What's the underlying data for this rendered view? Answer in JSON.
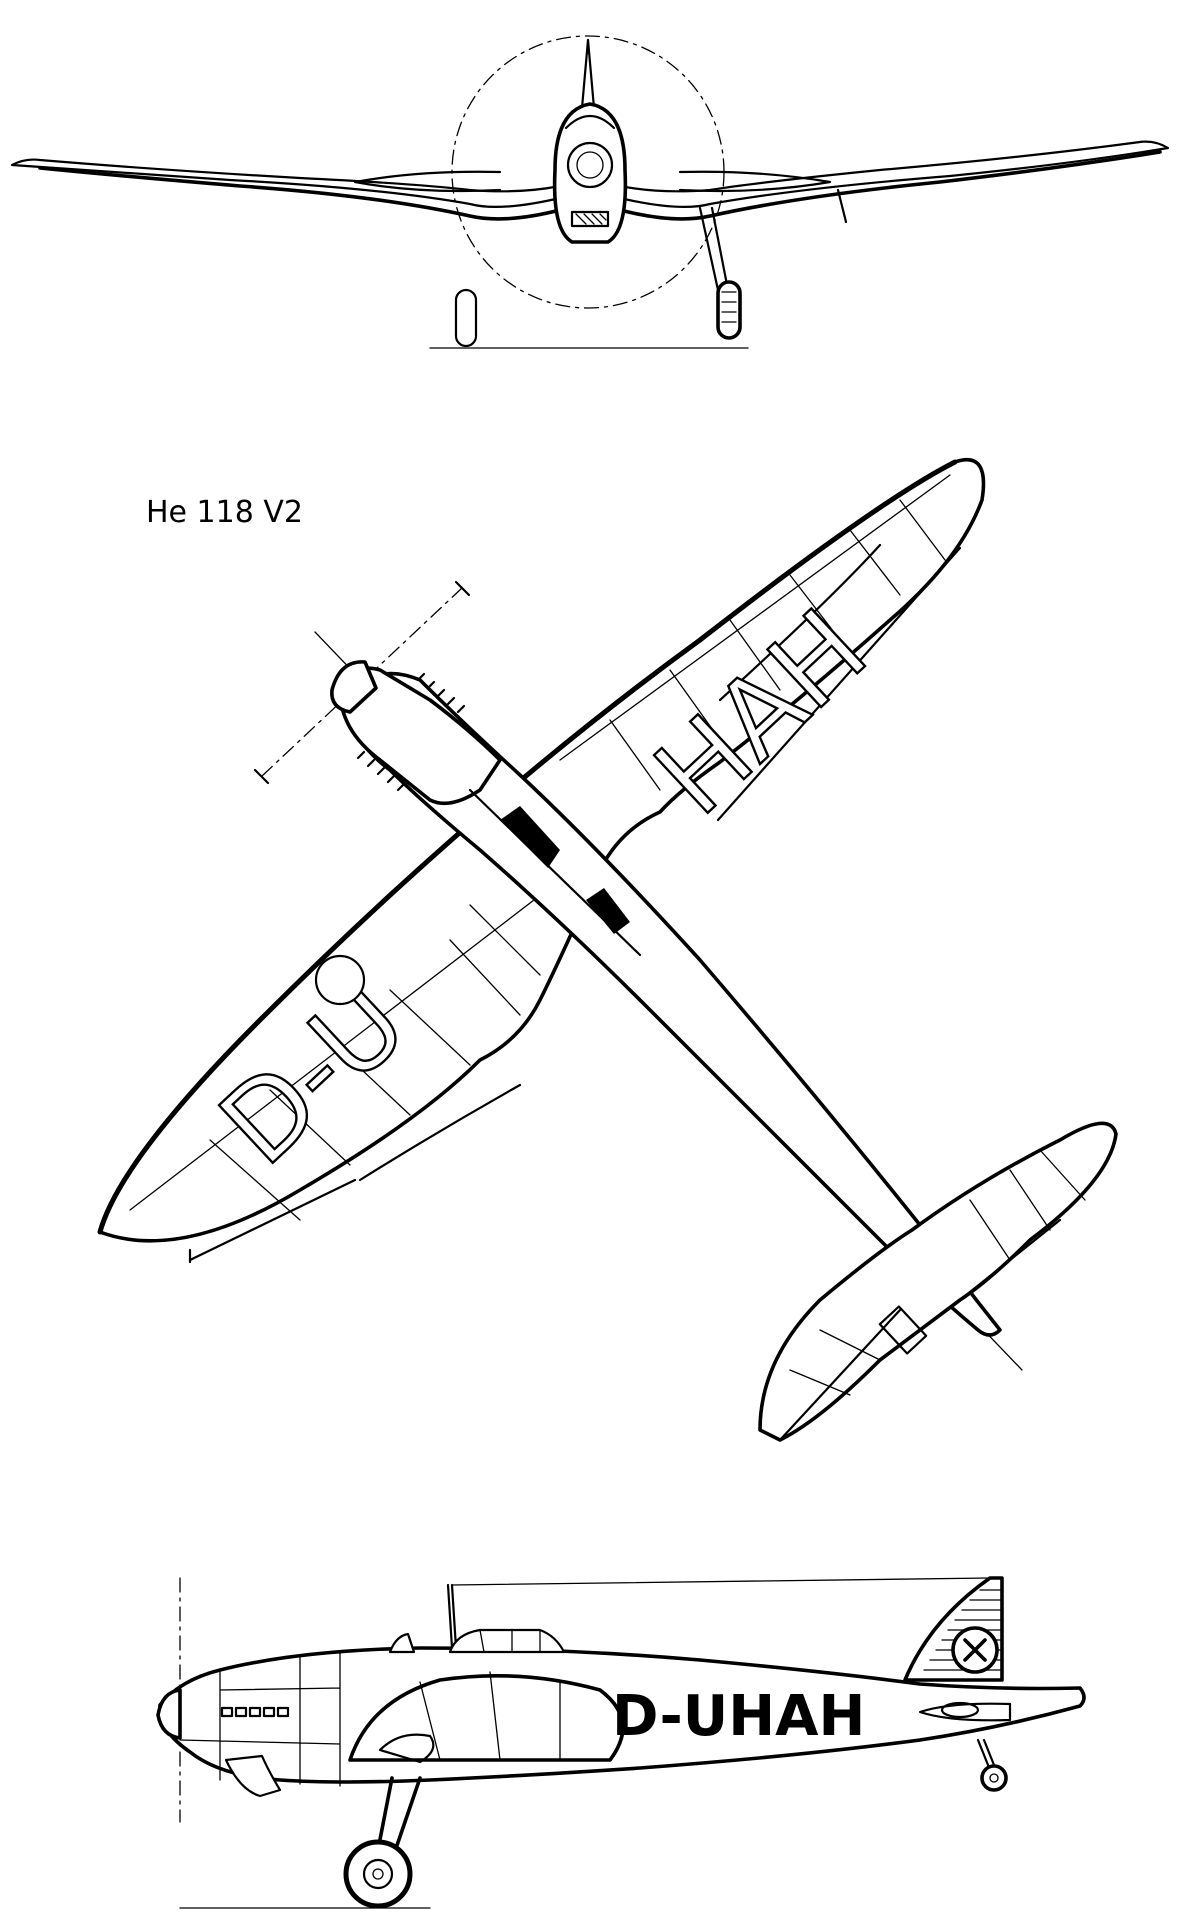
{
  "drawing": {
    "title": "He 118 V2",
    "registration_side": "D-UHAH",
    "registration_wing_left": "D-U",
    "registration_wing_right": "HAH"
  }
}
